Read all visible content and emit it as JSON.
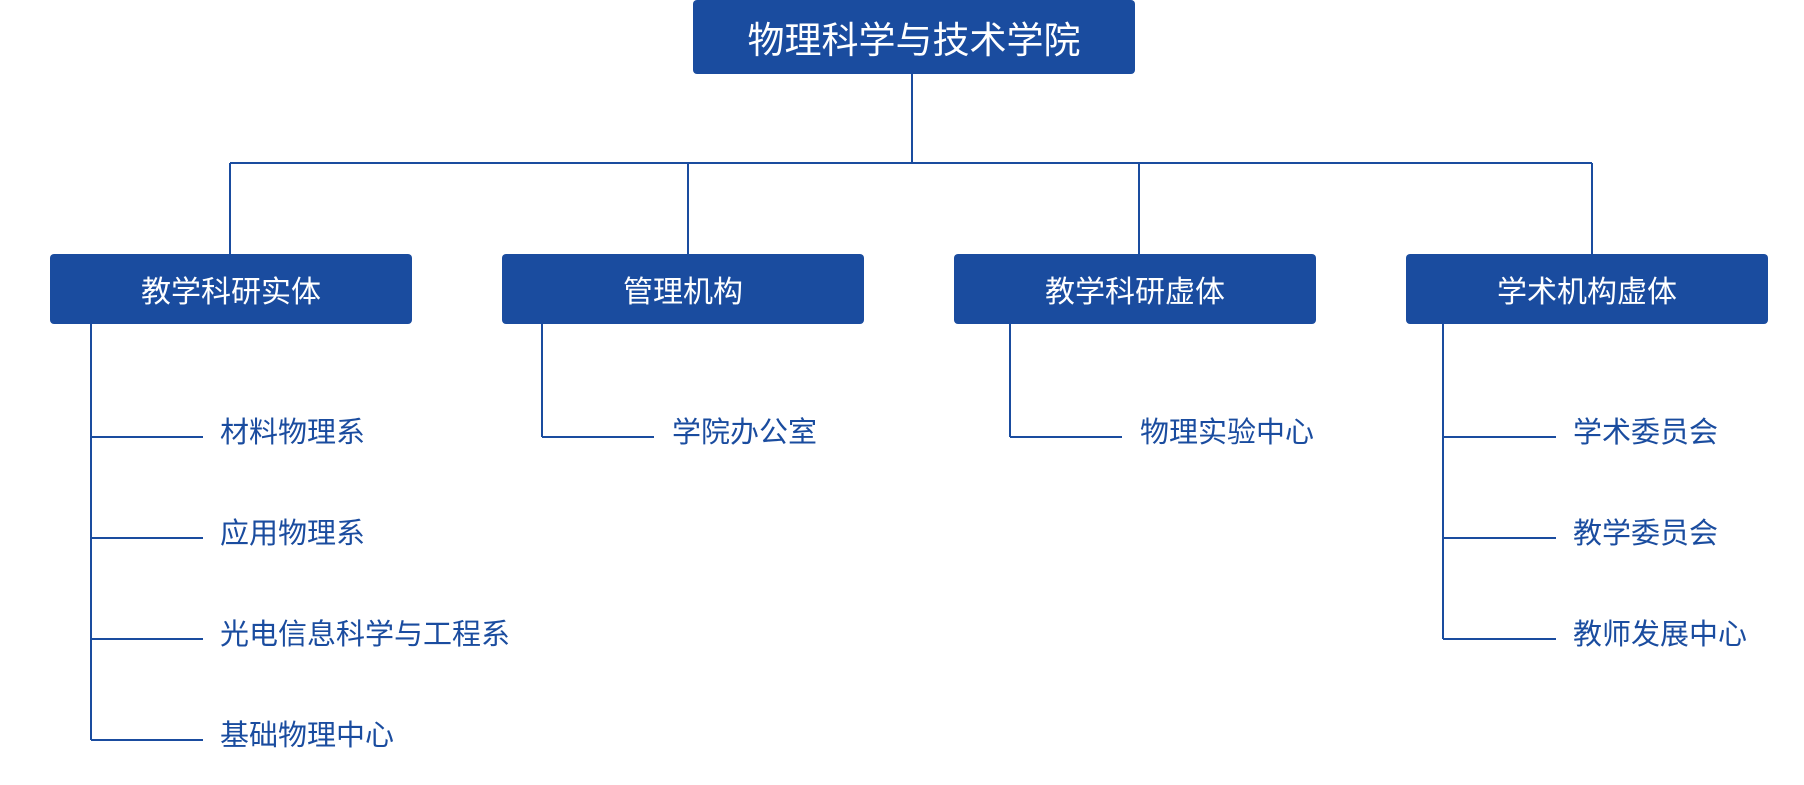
{
  "root": {
    "label": "物理科学与技术学院"
  },
  "branches": [
    {
      "label": "教学科研实体",
      "children": [
        "材料物理系",
        "应用物理系",
        "光电信息科学与工程系",
        "基础物理中心"
      ]
    },
    {
      "label": "管理机构",
      "children": [
        "学院办公室"
      ]
    },
    {
      "label": "教学科研虚体",
      "children": [
        "物理实验中心"
      ]
    },
    {
      "label": "学术机构虚体",
      "children": [
        "学术委员会",
        "教学委员会",
        "教师发展中心"
      ]
    }
  ],
  "colors": {
    "primary": "#1a4c9f",
    "box_text": "#ffffff",
    "background": "#ffffff"
  }
}
